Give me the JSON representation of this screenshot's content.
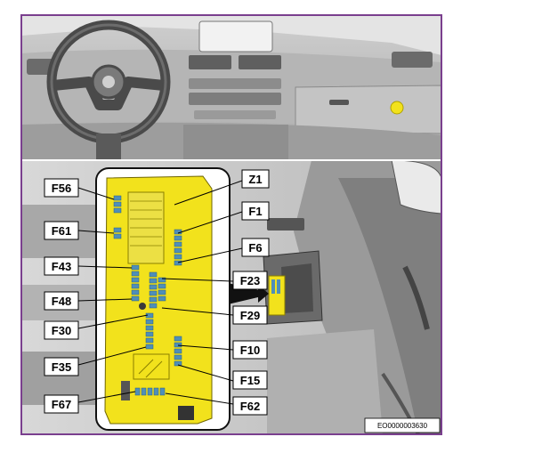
{
  "diagram": {
    "reference_code": "EO0000003630",
    "fuse_labels": {
      "left": [
        "F56",
        "F61",
        "F43",
        "F48",
        "F30",
        "F35",
        "F67"
      ],
      "right": [
        "Z1",
        "F1",
        "F6",
        "F23",
        "F29",
        "F10",
        "F15",
        "F62"
      ]
    },
    "colors": {
      "frame": "#7a3f8e",
      "fuse_box": "#f2e21c",
      "fuse": "#4f8fb8",
      "indicator_dot": "#f2e21c",
      "interior": "#c9c9c9"
    }
  }
}
